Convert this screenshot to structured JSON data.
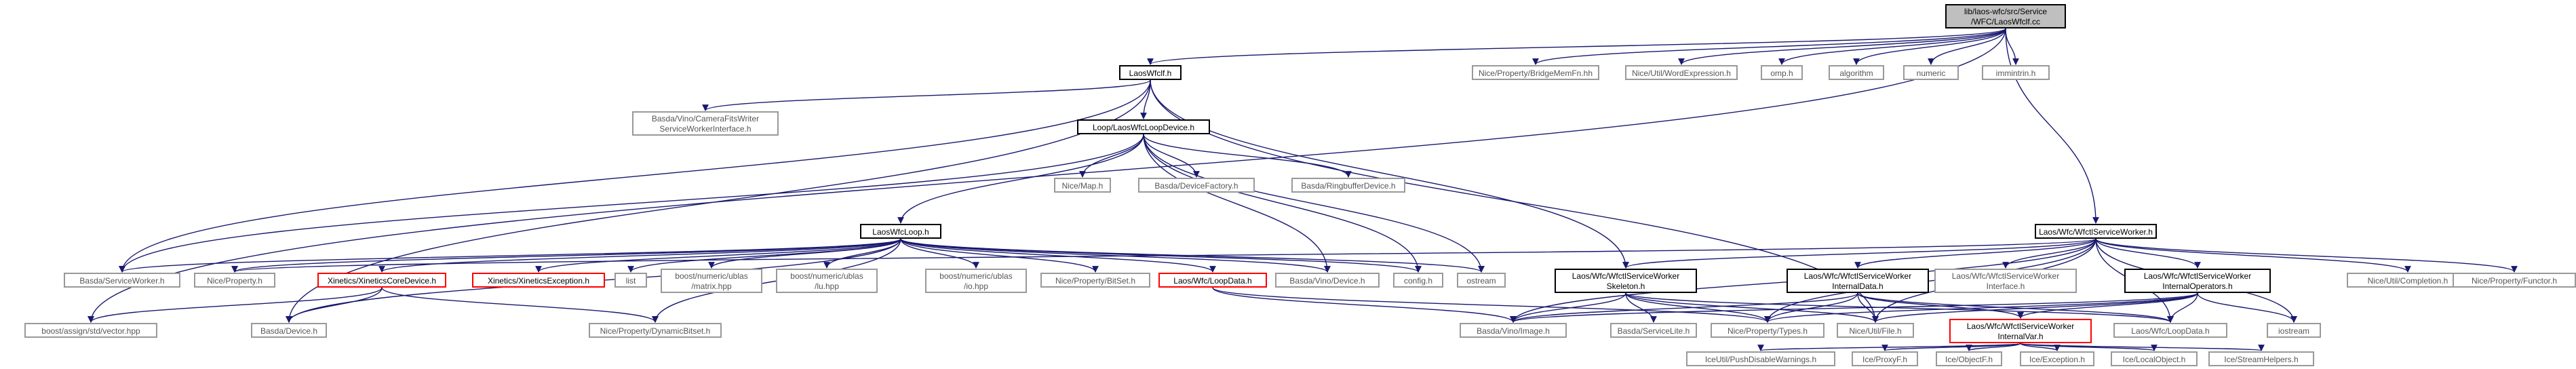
{
  "graph": {
    "nodes": [
      {
        "id": "root",
        "label": "lib/laos-wfc/src/Service\n/WFC/LaosWfclf.cc",
        "style": "root"
      },
      {
        "id": "laoswfclf_h",
        "label": "LaosWfclf.h",
        "style": "main"
      },
      {
        "id": "bridge",
        "label": "Nice/Property/BridgeMemFn.hh",
        "style": "grey"
      },
      {
        "id": "wordexpr",
        "label": "Nice/Util/WordExpression.h",
        "style": "grey"
      },
      {
        "id": "omp",
        "label": "omp.h",
        "style": "grey"
      },
      {
        "id": "algorithm",
        "label": "algorithm",
        "style": "grey"
      },
      {
        "id": "numeric",
        "label": "numeric",
        "style": "grey"
      },
      {
        "id": "immintrin",
        "label": "immintrin.h",
        "style": "grey"
      },
      {
        "id": "camfits",
        "label": "Basda/Vino/CameraFitsWriter\nServiceWorkerInterface.h",
        "style": "grey"
      },
      {
        "id": "loopdevice",
        "label": "Loop/LaosWfcLoopDevice.h",
        "style": "main"
      },
      {
        "id": "wfctlsw",
        "label": "Laos/Wfc/WfctlServiceWorker.h",
        "style": "main"
      },
      {
        "id": "laoswfcloop",
        "label": "LaosWfcLoop.h",
        "style": "main"
      },
      {
        "id": "nicemap",
        "label": "Nice/Map.h",
        "style": "grey"
      },
      {
        "id": "devfactory",
        "label": "Basda/DeviceFactory.h",
        "style": "grey"
      },
      {
        "id": "ringbuffer",
        "label": "Basda/RingbufferDevice.h",
        "style": "grey"
      },
      {
        "id": "basdasw",
        "label": "Basda/ServiceWorker.h",
        "style": "grey"
      },
      {
        "id": "niceprop",
        "label": "Nice/Property.h",
        "style": "grey"
      },
      {
        "id": "xinetcore",
        "label": "Xinetics/XineticsCoreDevice.h",
        "style": "red"
      },
      {
        "id": "xinetexc",
        "label": "Xinetics/XineticsException.h",
        "style": "red"
      },
      {
        "id": "list",
        "label": "list",
        "style": "grey"
      },
      {
        "id": "ublasmatrix",
        "label": "boost/numeric/ublas\n/matrix.hpp",
        "style": "grey"
      },
      {
        "id": "ublaslu",
        "label": "boost/numeric/ublas\n/lu.hpp",
        "style": "grey"
      },
      {
        "id": "ublasio",
        "label": "boost/numeric/ublas\n/io.hpp",
        "style": "grey"
      },
      {
        "id": "bitset",
        "label": "Nice/Property/BitSet.h",
        "style": "grey"
      },
      {
        "id": "loopdata_red",
        "label": "Laos/Wfc/LoopData.h",
        "style": "red"
      },
      {
        "id": "vinodevice",
        "label": "Basda/Vino/Device.h",
        "style": "grey"
      },
      {
        "id": "confighh",
        "label": "config.h",
        "style": "grey"
      },
      {
        "id": "ostream",
        "label": "ostream",
        "style": "grey"
      },
      {
        "id": "skeleton",
        "label": "Laos/Wfc/WfctlServiceWorker\nSkeleton.h",
        "style": "main"
      },
      {
        "id": "internaldata",
        "label": "Laos/Wfc/WfctlServiceWorker\nInternalData.h",
        "style": "main"
      },
      {
        "id": "wfcinterface",
        "label": "Laos/Wfc/WfctlServiceWorker\nInterface.h",
        "style": "grey"
      },
      {
        "id": "internalops",
        "label": "Laos/Wfc/WfctlServiceWorker\nInternalOperators.h",
        "style": "main"
      },
      {
        "id": "completion",
        "label": "Nice/Util/Completion.h",
        "style": "grey"
      },
      {
        "id": "functor",
        "label": "Nice/Property/Functor.h",
        "style": "grey"
      },
      {
        "id": "vector",
        "label": "boost/assign/std/vector.hpp",
        "style": "grey"
      },
      {
        "id": "basdadevice",
        "label": "Basda/Device.h",
        "style": "grey"
      },
      {
        "id": "dynbitset",
        "label": "Nice/Property/DynamicBitset.h",
        "style": "grey"
      },
      {
        "id": "vinoimage",
        "label": "Basda/Vino/Image.h",
        "style": "grey"
      },
      {
        "id": "servicelite",
        "label": "Basda/ServiceLite.h",
        "style": "grey"
      },
      {
        "id": "proptypes",
        "label": "Nice/Property/Types.h",
        "style": "grey"
      },
      {
        "id": "niceutilfile",
        "label": "Nice/Util/File.h",
        "style": "grey"
      },
      {
        "id": "internalvar",
        "label": "Laos/Wfc/WfctlServiceWorker\nInternalVar.h",
        "style": "red"
      },
      {
        "id": "loopdata_grey",
        "label": "Laos/Wfc/LoopData.h",
        "style": "grey"
      },
      {
        "id": "iostream",
        "label": "iostream",
        "style": "grey"
      },
      {
        "id": "pushdisable",
        "label": "IceUtil/PushDisableWarnings.h",
        "style": "grey"
      },
      {
        "id": "proxyf",
        "label": "Ice/ProxyF.h",
        "style": "grey"
      },
      {
        "id": "objectf",
        "label": "Ice/ObjectF.h",
        "style": "grey"
      },
      {
        "id": "iceexc",
        "label": "Ice/Exception.h",
        "style": "grey"
      },
      {
        "id": "localobj",
        "label": "Ice/LocalObject.h",
        "style": "grey"
      },
      {
        "id": "streamhelpers",
        "label": "Ice/StreamHelpers.h",
        "style": "grey"
      }
    ],
    "edges": [
      [
        "root",
        "laoswfclf_h"
      ],
      [
        "root",
        "bridge"
      ],
      [
        "root",
        "wordexpr"
      ],
      [
        "root",
        "omp"
      ],
      [
        "root",
        "algorithm"
      ],
      [
        "root",
        "numeric"
      ],
      [
        "root",
        "immintrin"
      ],
      [
        "root",
        "wfctlsw"
      ],
      [
        "root",
        "vector"
      ],
      [
        "laoswfclf_h",
        "camfits"
      ],
      [
        "laoswfclf_h",
        "loopdevice"
      ],
      [
        "laoswfclf_h",
        "skeleton"
      ],
      [
        "laoswfclf_h",
        "basdasw"
      ],
      [
        "laoswfclf_h",
        "basdadevice"
      ],
      [
        "laoswfclf_h",
        "niceutilfile"
      ],
      [
        "loopdevice",
        "laoswfcloop"
      ],
      [
        "loopdevice",
        "nicemap"
      ],
      [
        "loopdevice",
        "devfactory"
      ],
      [
        "loopdevice",
        "ringbuffer"
      ],
      [
        "loopdevice",
        "confighh"
      ],
      [
        "loopdevice",
        "ostream"
      ],
      [
        "loopdevice",
        "basdasw"
      ],
      [
        "loopdevice",
        "vinodevice"
      ],
      [
        "laoswfcloop",
        "basdasw"
      ],
      [
        "laoswfcloop",
        "niceprop"
      ],
      [
        "laoswfcloop",
        "xinetcore"
      ],
      [
        "laoswfcloop",
        "xinetexc"
      ],
      [
        "laoswfcloop",
        "list"
      ],
      [
        "laoswfcloop",
        "ublasmatrix"
      ],
      [
        "laoswfcloop",
        "ublaslu"
      ],
      [
        "laoswfcloop",
        "ublasio"
      ],
      [
        "laoswfcloop",
        "bitset"
      ],
      [
        "laoswfcloop",
        "loopdata_red"
      ],
      [
        "laoswfcloop",
        "vinodevice"
      ],
      [
        "laoswfcloop",
        "confighh"
      ],
      [
        "laoswfcloop",
        "ostream"
      ],
      [
        "laoswfcloop",
        "basdadevice"
      ],
      [
        "laoswfcloop",
        "dynbitset"
      ],
      [
        "xinetcore",
        "vector"
      ],
      [
        "xinetcore",
        "basdadevice"
      ],
      [
        "xinetcore",
        "dynbitset"
      ],
      [
        "loopdata_red",
        "vinoimage"
      ],
      [
        "loopdata_red",
        "proptypes"
      ],
      [
        "wfctlsw",
        "skeleton"
      ],
      [
        "wfctlsw",
        "internaldata"
      ],
      [
        "wfctlsw",
        "wfcinterface"
      ],
      [
        "wfctlsw",
        "internalops"
      ],
      [
        "wfctlsw",
        "completion"
      ],
      [
        "wfctlsw",
        "functor"
      ],
      [
        "wfctlsw",
        "niceprop"
      ],
      [
        "wfctlsw",
        "iostream"
      ],
      [
        "wfctlsw",
        "loopdata_grey"
      ],
      [
        "wfctlsw",
        "vinoimage"
      ],
      [
        "wfctlsw",
        "proptypes"
      ],
      [
        "wfctlsw",
        "niceutilfile"
      ],
      [
        "skeleton",
        "vinoimage"
      ],
      [
        "skeleton",
        "servicelite"
      ],
      [
        "skeleton",
        "proptypes"
      ],
      [
        "skeleton",
        "niceutilfile"
      ],
      [
        "skeleton",
        "loopdata_grey"
      ],
      [
        "internaldata",
        "vinoimage"
      ],
      [
        "internaldata",
        "proptypes"
      ],
      [
        "internaldata",
        "niceutilfile"
      ],
      [
        "internaldata",
        "internalvar"
      ],
      [
        "internaldata",
        "loopdata_grey"
      ],
      [
        "internalops",
        "vinoimage"
      ],
      [
        "internalops",
        "proptypes"
      ],
      [
        "internalops",
        "niceutilfile"
      ],
      [
        "internalops",
        "internalvar"
      ],
      [
        "internalops",
        "loopdata_grey"
      ],
      [
        "internalops",
        "iostream"
      ],
      [
        "internalvar",
        "pushdisable"
      ],
      [
        "internalvar",
        "proxyf"
      ],
      [
        "internalvar",
        "objectf"
      ],
      [
        "internalvar",
        "iceexc"
      ],
      [
        "internalvar",
        "localobj"
      ],
      [
        "internalvar",
        "streamhelpers"
      ]
    ]
  },
  "colors": {
    "edge": "#191970",
    "main_border": "#000000",
    "grey_border": "#999999",
    "red_border": "#ff0000",
    "root_fill": "#bfbfbf",
    "background": "#ffffff"
  }
}
